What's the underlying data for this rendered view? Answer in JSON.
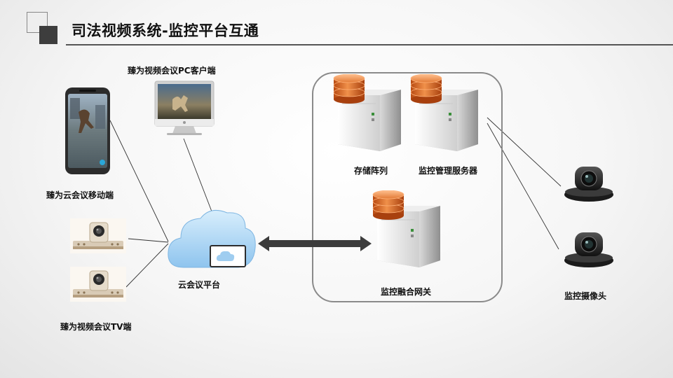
{
  "title": "司法视频系统-监控平台互通",
  "nodes": {
    "pc_client": "臻为视频会议PC客户端",
    "mobile_client": "臻为云会议移动端",
    "tv_client": "臻为视频会议TV端",
    "cloud_platform": "云会议平台",
    "storage_array": "存储阵列",
    "mgmt_server": "监控管理服务器",
    "gateway": "监控融合网关",
    "cameras": "监控摄像头"
  }
}
